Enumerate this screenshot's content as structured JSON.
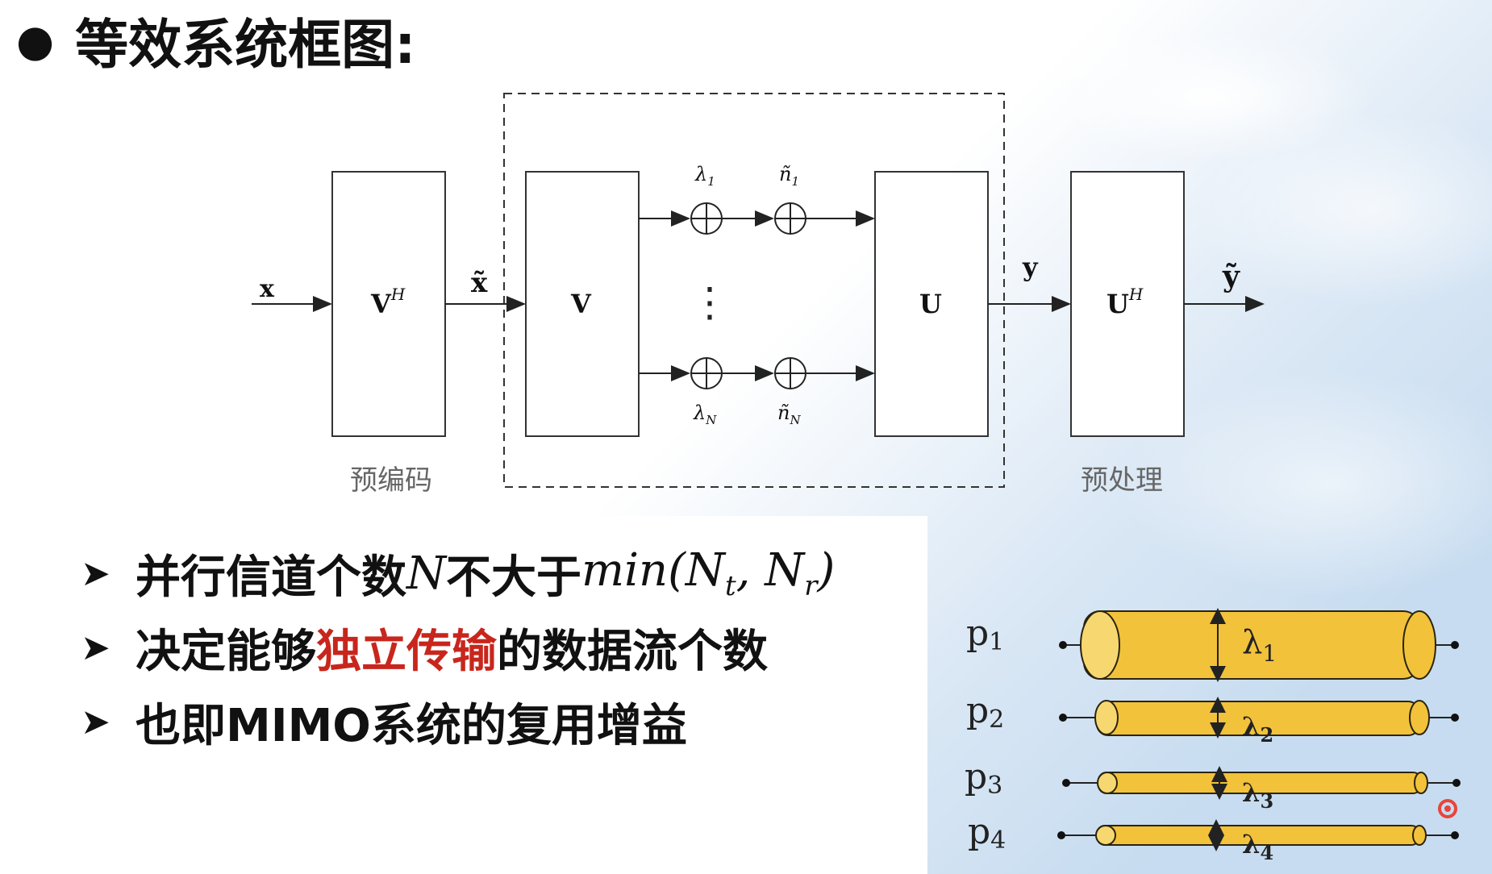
{
  "title": "等效系统框图:",
  "diagram": {
    "input_label": "x",
    "precoder_block": "V",
    "precoder_sup": "H",
    "tilde_x_label": "x̃",
    "v_block": "V",
    "u_block": "U",
    "y_label": "y",
    "post_block": "U",
    "post_sup": "H",
    "tilde_y_label": "ỹ",
    "lambda_top": "λ",
    "lambda_top_sub": "1",
    "noise_top": "ñ",
    "noise_top_sub": "1",
    "lambda_bottom": "λ",
    "lambda_bottom_sub": "N",
    "noise_bottom": "ñ",
    "noise_bottom_sub": "N",
    "ellipsis": "⋮",
    "precoder_caption": "预编码",
    "post_caption": "预处理"
  },
  "bullets": {
    "b1_prefix": "并行信道个数 ",
    "b1_math1": "N",
    "b1_mid": " 不大于",
    "b1_math2": "min(N",
    "b1_sub_t": "t",
    "b1_comma": ", N",
    "b1_sub_r": "r",
    "b1_close": ")",
    "b2_pre": "决定能够",
    "b2_red": "独立传输",
    "b2_post": "的数据流个数",
    "b3": "也即MIMO系统的复用增益"
  },
  "pipes": {
    "labels": [
      "p1",
      "p2",
      "p3",
      "p4"
    ],
    "label_base": "p",
    "label_subs": [
      "1",
      "2",
      "3",
      "4"
    ],
    "lambda": "λ",
    "lambda_subs": [
      "1",
      "2",
      "3",
      "4"
    ]
  },
  "colors": {
    "pipe_fill": "#f2c23a",
    "pipe_stroke": "#2a2410",
    "accent_red": "#c8261c"
  }
}
